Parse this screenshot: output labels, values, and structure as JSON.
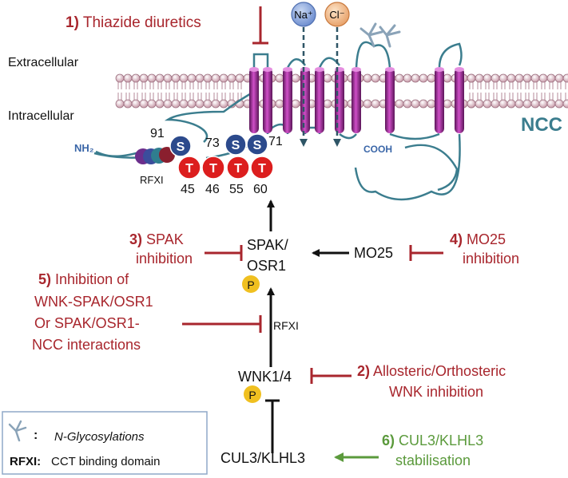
{
  "labels": {
    "extracellular": "Extracellular",
    "intracellular": "Intracellular",
    "ncc": "NCC",
    "nh2": "NH₂",
    "cooh": "COOH",
    "na": "Na⁺",
    "cl": "Cl⁻",
    "rfxi_left": "RFXI",
    "rfxi_arrow": "RFXI",
    "spak": "SPAK/",
    "osr1": "OSR1",
    "mo25": "MO25",
    "wnk": "WNK1/4",
    "cul3": "CUL3/KLHL3",
    "p": "P"
  },
  "phosphosites": {
    "s_numbers": [
      "91",
      "73",
      "71"
    ],
    "s_letter": "S",
    "t_numbers": [
      "45",
      "46",
      "55",
      "60"
    ],
    "t_letter": "T"
  },
  "interventions": {
    "i1": {
      "num": "1)",
      "text": "Thiazide diuretics"
    },
    "i2": {
      "num": "2)",
      "line1": "Allosteric/Orthosteric",
      "line2": "WNK inhibition"
    },
    "i3": {
      "num": "3)",
      "line1": "SPAK",
      "line2": "inhibition"
    },
    "i4": {
      "num": "4)",
      "line1": "MO25",
      "line2": "inhibition"
    },
    "i5": {
      "num": "5)",
      "line1": "Inhibition of",
      "line2": "WNK-SPAK/OSR1",
      "line3": "Or SPAK/OSR1-",
      "line4": "NCC interactions"
    },
    "i6": {
      "num": "6)",
      "line1": "CUL3/KLHL3",
      "line2": "stabilisation"
    }
  },
  "legend": {
    "colon": ":",
    "glyc_text": "N-Glycosylations",
    "rfxi_key": "RFXI:",
    "rfxi_text": "CCT binding domain"
  },
  "colors": {
    "red": "#a8262d",
    "green": "#5b9a3c",
    "teal": "#3b7d8e",
    "purple": "#8e1f86",
    "blue": "#3a66a8",
    "pyellow": "#f0c020",
    "tred": "#dc1e1e"
  }
}
